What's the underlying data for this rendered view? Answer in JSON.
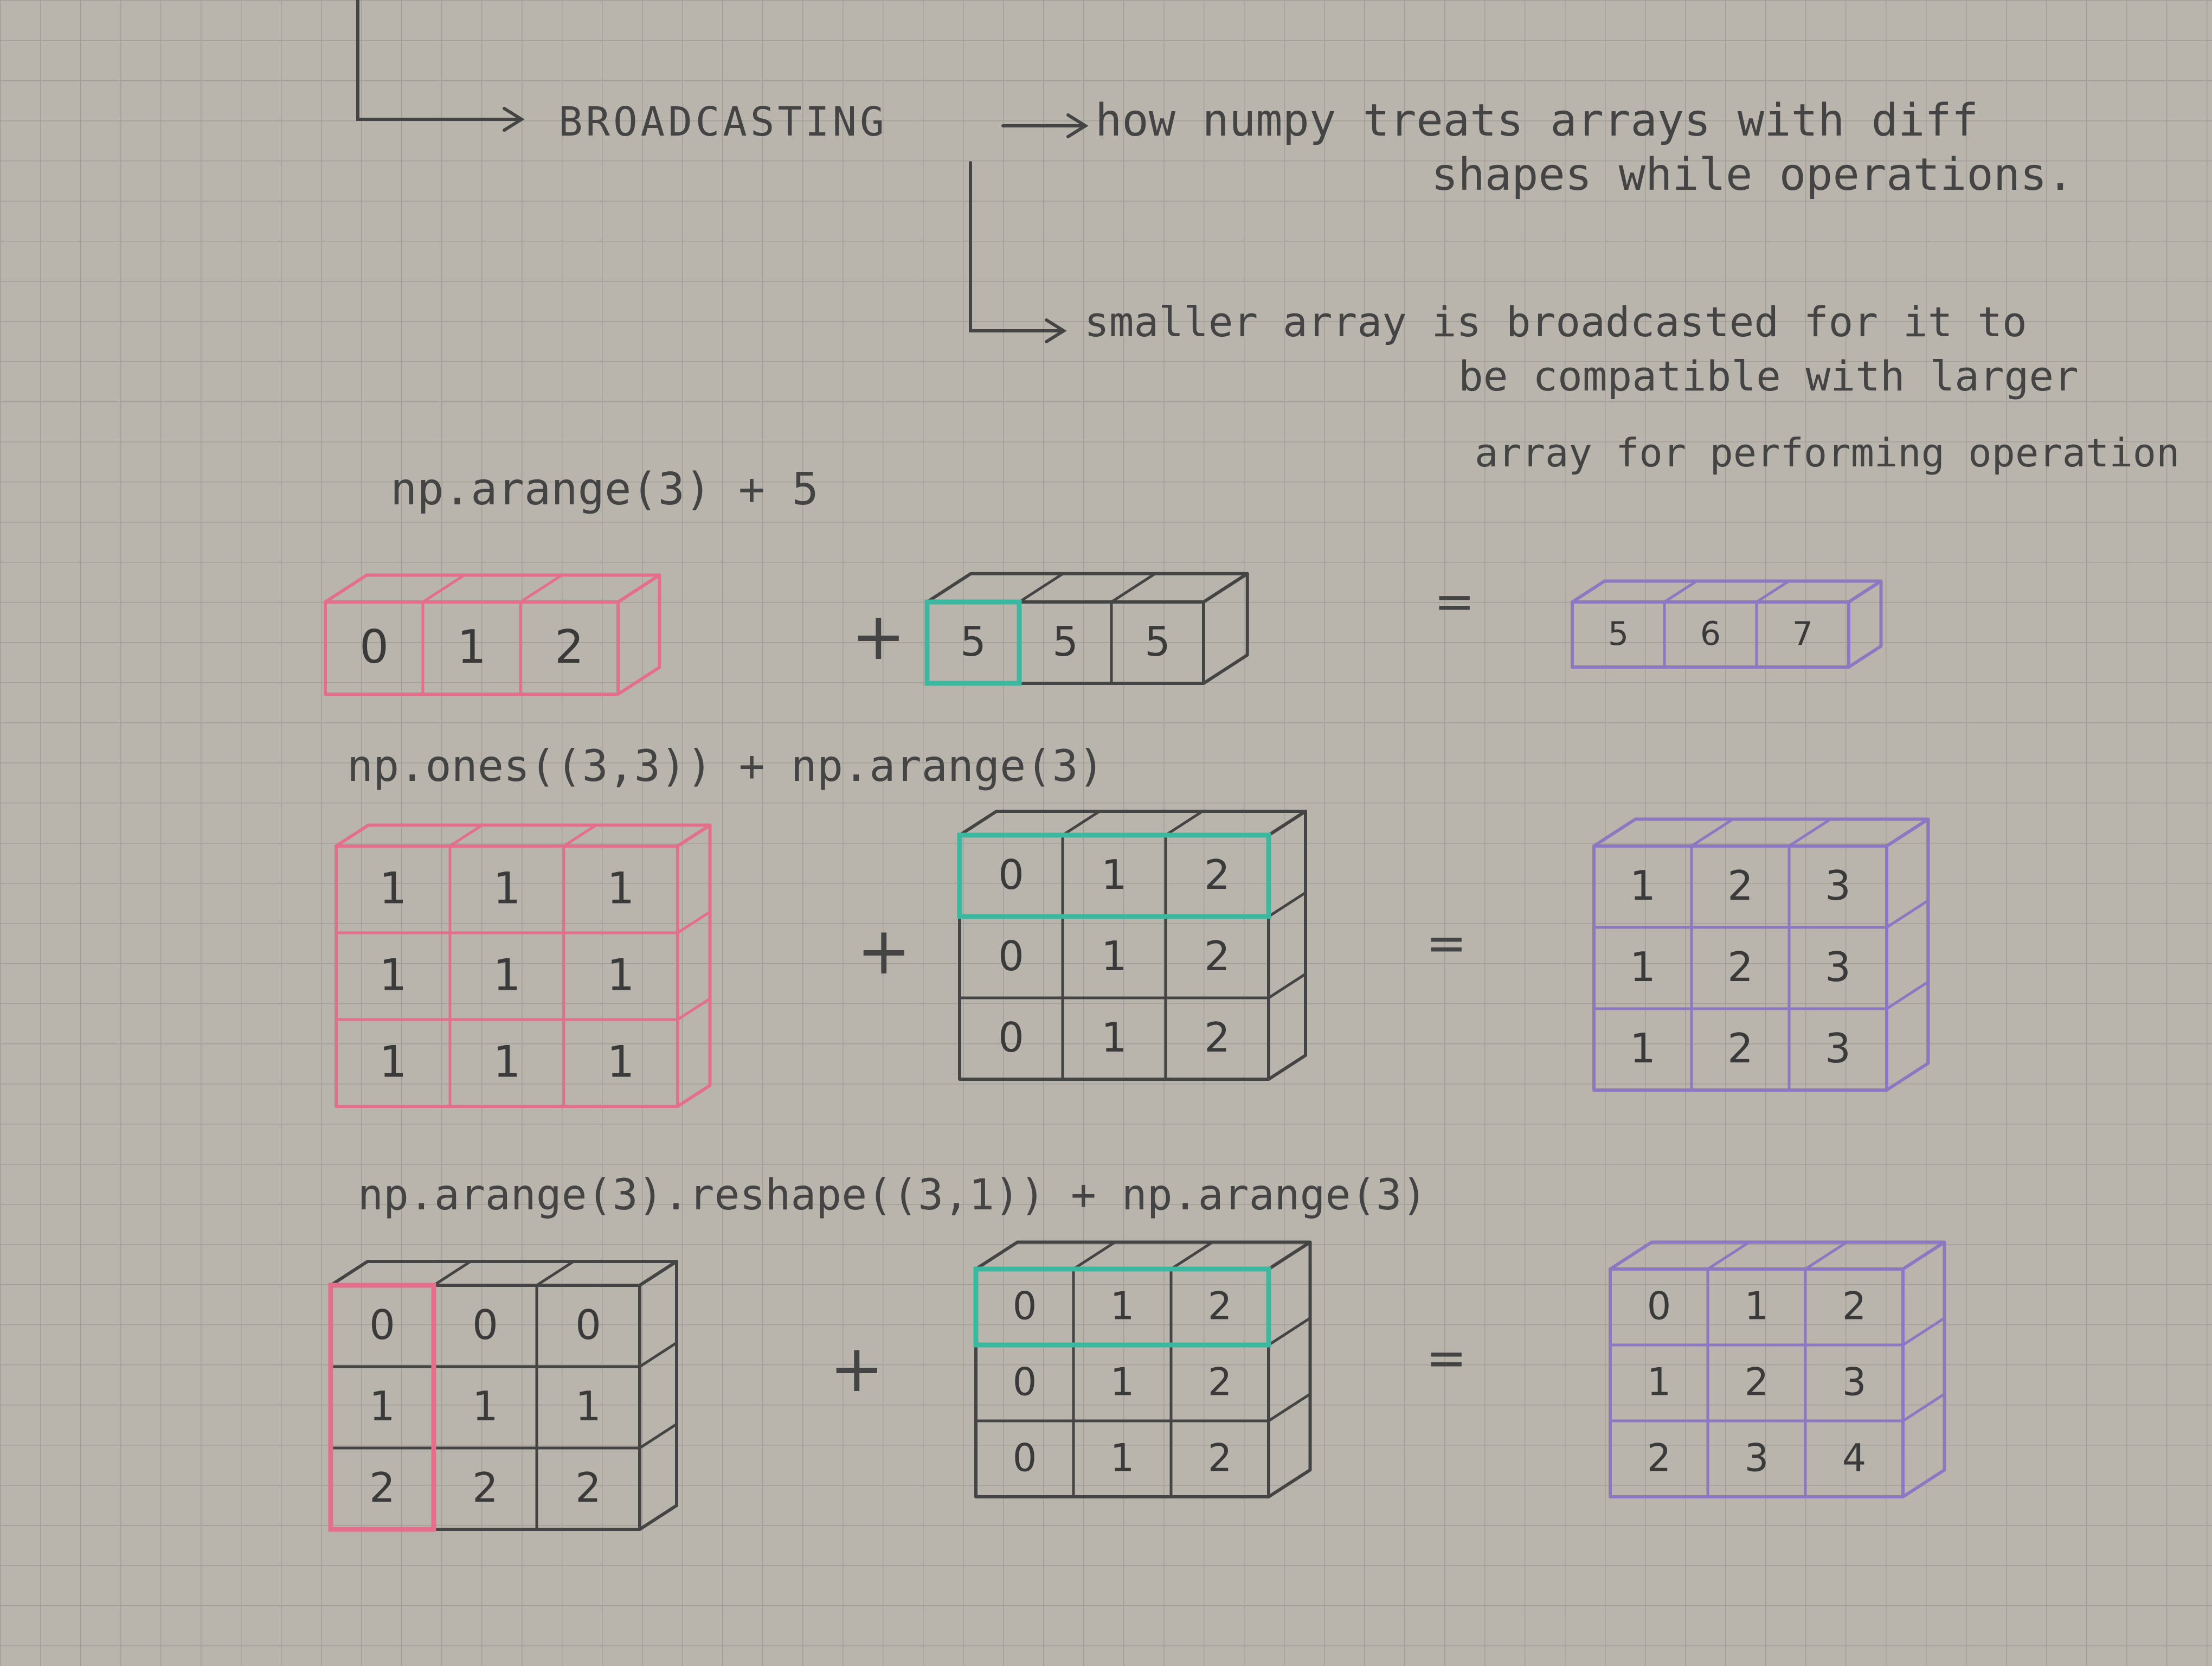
{
  "notes": {
    "term": "BROADCASTING",
    "definition_1": "how numpy treats arrays with diff",
    "definition_2": "shapes while operations.",
    "detail_1": "smaller array is broadcasted for it to",
    "detail_2": "be compatible with larger",
    "detail_3": "array for performing operation"
  },
  "examples": [
    {
      "expression": "np.arange(3) + 5",
      "left_values": [
        [
          "0",
          "1",
          "2"
        ]
      ],
      "right_values": [
        [
          "5",
          "5",
          "5"
        ]
      ],
      "result_values": [
        [
          "5",
          "6",
          "7"
        ]
      ]
    },
    {
      "expression": "np.ones((3,3)) + np.arange(3)",
      "left_values": [
        [
          "1",
          "1",
          "1"
        ],
        [
          "1",
          "1",
          "1"
        ],
        [
          "1",
          "1",
          "1"
        ]
      ],
      "right_values": [
        [
          "0",
          "1",
          "2"
        ],
        [
          "0",
          "1",
          "2"
        ],
        [
          "0",
          "1",
          "2"
        ]
      ],
      "result_values": [
        [
          "1",
          "2",
          "3"
        ],
        [
          "1",
          "2",
          "3"
        ],
        [
          "1",
          "2",
          "3"
        ]
      ]
    },
    {
      "expression": "np.arange(3).reshape((3,1)) + np.arange(3)",
      "left_values": [
        [
          "0",
          "0",
          "0"
        ],
        [
          "1",
          "1",
          "1"
        ],
        [
          "2",
          "2",
          "2"
        ]
      ],
      "right_values": [
        [
          "0",
          "1",
          "2"
        ],
        [
          "0",
          "1",
          "2"
        ],
        [
          "0",
          "1",
          "2"
        ]
      ],
      "result_values": [
        [
          "0",
          "1",
          "2"
        ],
        [
          "1",
          "2",
          "3"
        ],
        [
          "2",
          "3",
          "4"
        ]
      ]
    }
  ],
  "operators": {
    "plus": "+",
    "equals": "="
  },
  "colors": {
    "paper": "#bab5ac",
    "grid": "#8f8b84",
    "pencil": "#444444",
    "pink": "#e46f8a",
    "teal": "#3bb9a0",
    "purple": "#8b77c2"
  }
}
